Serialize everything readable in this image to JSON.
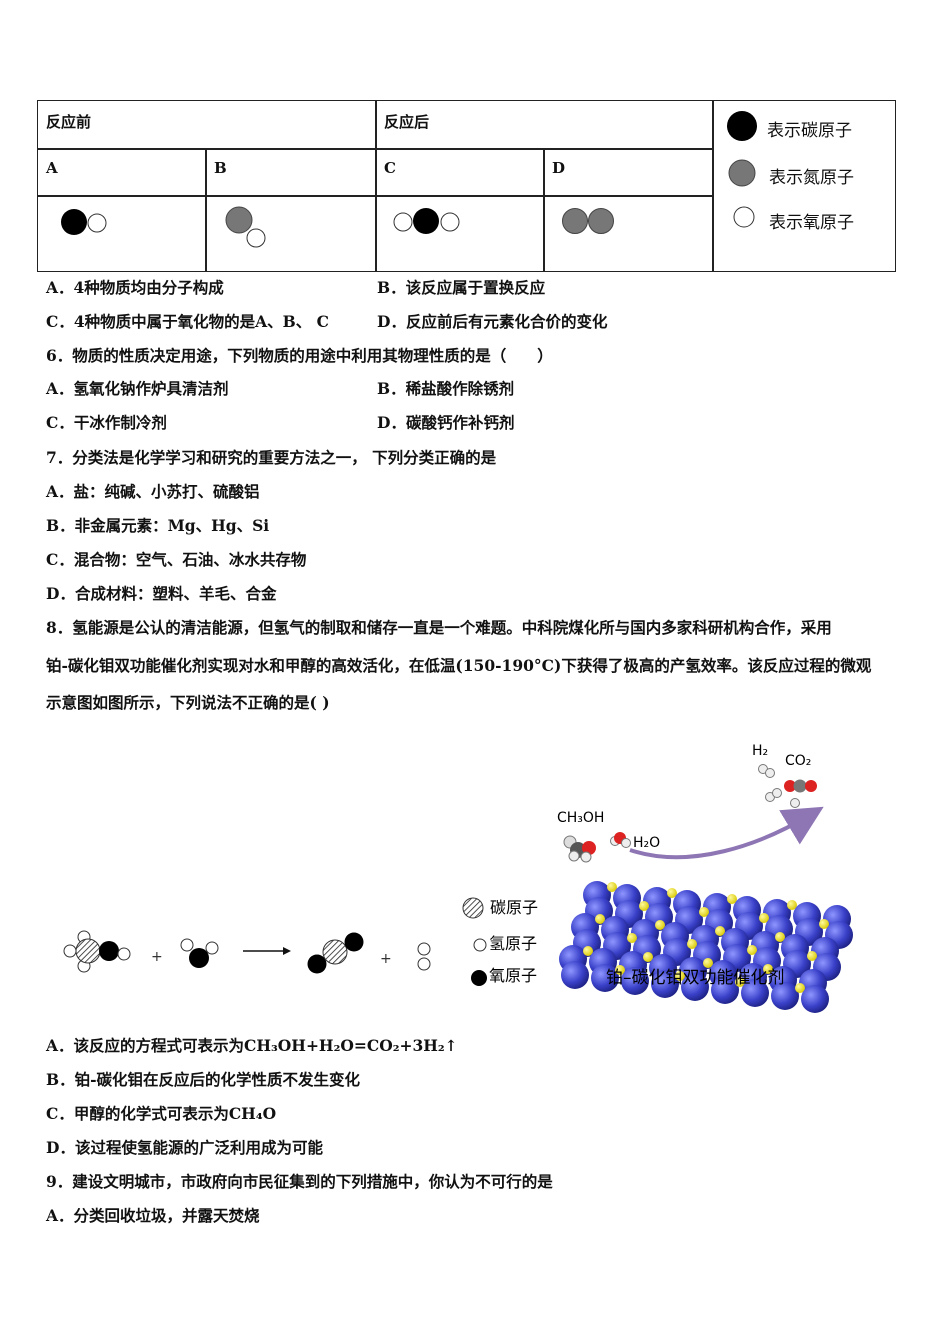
{
  "table": {
    "before_label": "反应前",
    "after_label": "反应后",
    "col_a": "A",
    "col_b": "B",
    "col_c": "C",
    "col_d": "D",
    "legend": {
      "carbon": "表示碳原子",
      "nitrogen": "表示氮原子",
      "oxygen": "表示氧原子"
    }
  },
  "q5_options": {
    "a": "A．4种物质均由分子构成",
    "b": "B．该反应属于置换反应",
    "c": "C．4种物质中属于氧化物的是A、B、 C",
    "d": "D．反应前后有元素化合价的变化"
  },
  "q6": {
    "stem": "6．物质的性质决定用途，下列物质的用途中利用其物理性质的是（　　）",
    "a": "A．氢氧化钠作炉具清洁剂",
    "b": "B．稀盐酸作除锈剂",
    "c": "C．干冰作制冷剂",
    "d": "D．碳酸钙作补钙剂"
  },
  "q7": {
    "stem": "7．分类法是化学学习和研究的重要方法之一， 下列分类正确的是",
    "a": "A．盐：纯碱、小苏打、硫酸铝",
    "b": "B．非金属元素：Mg、Hg、Si",
    "c": "C．混合物：空气、石油、冰水共存物",
    "d": "D．合成材料：塑料、羊毛、合金"
  },
  "q8": {
    "stem_1": "8．氢能源是公认的清洁能源，但氢气的制取和储存一直是一个难题。中科院煤化所与国内多家科研机构合作，采用",
    "stem_2": "铂-碳化钼双功能催化剂实现对水和甲醇的高效活化，在低温(150-190°C)下获得了极高的产氢效率。该反应过程的微观",
    "stem_3": "示意图如图所示，下列说法不正确的是(   )",
    "figure": {
      "plus": "+",
      "legend_carbon": "碳原子",
      "legend_hydrogen": "氢原子",
      "legend_oxygen": "氧原子",
      "label_ch3oh": "CH₃OH",
      "label_h2o": "H₂O",
      "label_h2": "H₂",
      "label_co2": "CO₂",
      "catalyst_caption": "铂–碳化钼双功能催化剂"
    },
    "a": "A．该反应的方程式可表示为CH₃OH+H₂O=CO₂+3H₂↑",
    "b": "B．铂-碳化钼在反应后的化学性质不发生变化",
    "c": "C．甲醇的化学式可表示为CH₄O",
    "d": "D．该过程使氢能源的广泛利用成为可能"
  },
  "q9": {
    "stem": "9．建设文明城市，市政府向市民征集到的下列措施中，你认为不可行的是",
    "a": "A．分类回收垃圾，并露天焚烧"
  }
}
